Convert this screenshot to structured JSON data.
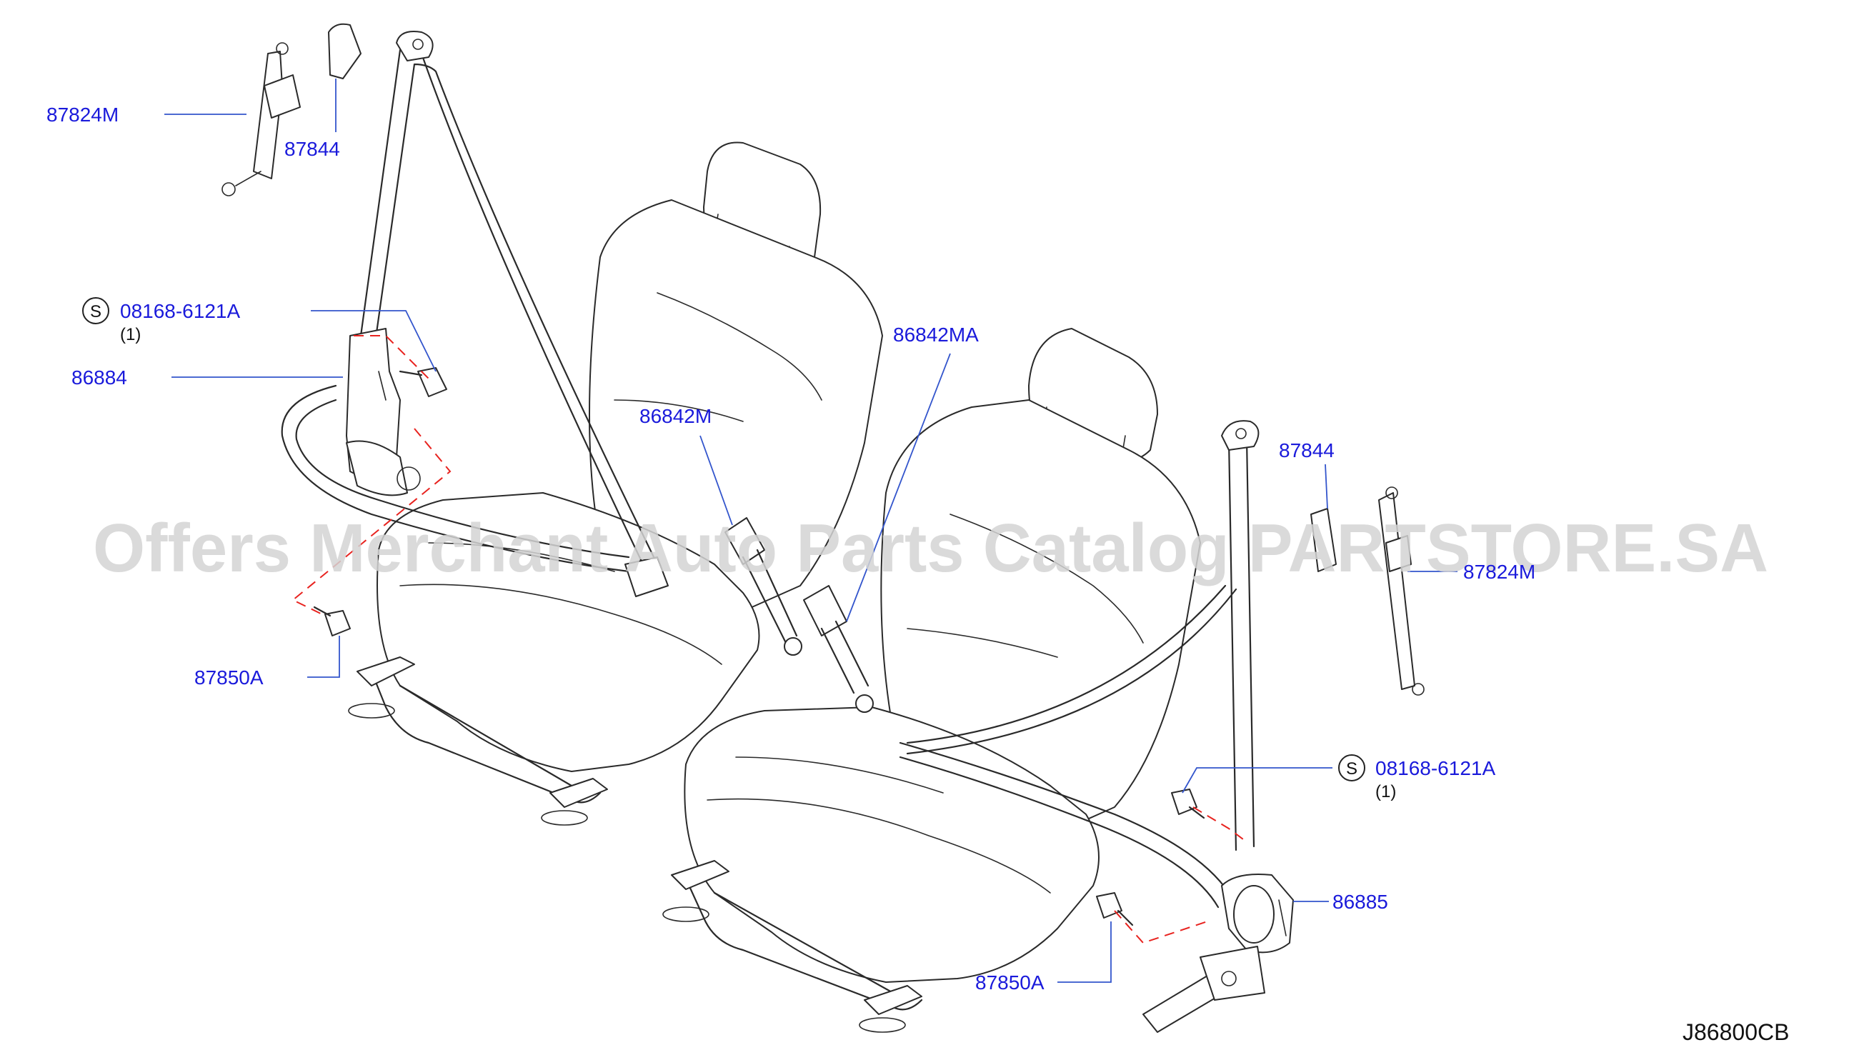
{
  "callouts": {
    "rail_left": "87824M",
    "cover_left": "87844",
    "bolt_left_s": "08168-6121A",
    "bolt_left_qty": "(1)",
    "retractor_left": "86884",
    "anchor_bolt_left": "87850A",
    "buckle_left": "86842M",
    "buckle_right": "86842MA",
    "cover_right": "87844",
    "rail_right": "87824M",
    "bolt_right_s": "08168-6121A",
    "bolt_right_qty": "(1)",
    "retractor_right": "86885",
    "anchor_bolt_right": "87850A"
  },
  "s_symbol": "S",
  "drawing_code": "J86800CB",
  "watermark": "Offers Merchant Auto Parts Catalog PARTSTORE.SA"
}
